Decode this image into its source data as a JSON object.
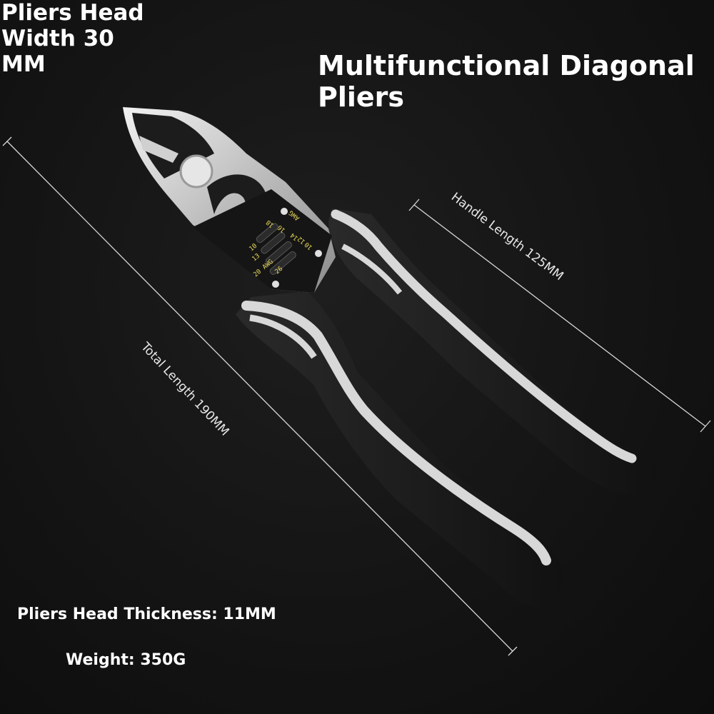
{
  "labels": {
    "head_width": "Pliers Head Width 30 MM",
    "title": "Multifunctional Diagonal Pliers",
    "handle_length": "Handle Length 125MM",
    "total_length": "Total Length 190MM",
    "head_thickness": "Pliers Head Thickness: 11MM",
    "weight": "Weight: 350G"
  },
  "scale_marks": {
    "upper": [
      "18",
      "16",
      "14",
      "12",
      "10"
    ],
    "lower": [
      "10",
      "13",
      "20 AWG",
      "26"
    ],
    "awg": "AWG"
  },
  "colors": {
    "background": "#121212",
    "text": "#ffffff",
    "handle_black": "#1a1a1a",
    "handle_grey": "#d8d8d8",
    "steel": "#c9c9c9",
    "scale_text": "#e8d95a"
  }
}
